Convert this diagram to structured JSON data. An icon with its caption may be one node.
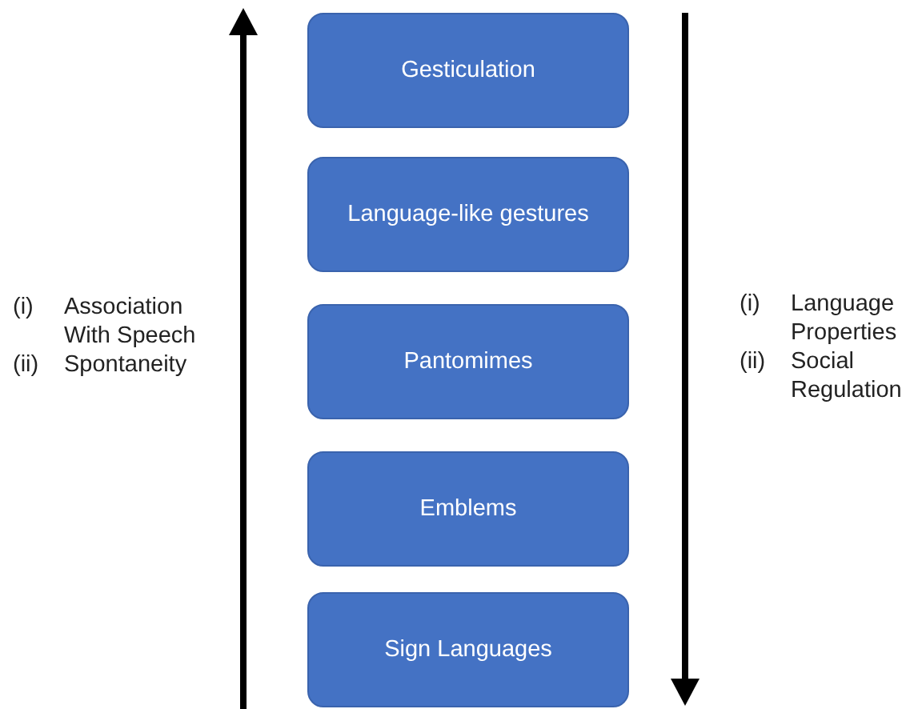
{
  "diagram": {
    "nodes": [
      {
        "text": [
          "Gesticulation"
        ]
      },
      {
        "text": [
          "Language-like gestures"
        ]
      },
      {
        "text": [
          "Pantomimes"
        ]
      },
      {
        "text": [
          "Emblems"
        ]
      },
      {
        "text": [
          "Sign Languages"
        ]
      }
    ],
    "labels": [
      "(i)",
      "Association With Speech",
      "(ii)",
      "Spontaneity",
      "(i)",
      "Language Properties",
      "(ii)",
      "Social Regulation"
    ]
  }
}
